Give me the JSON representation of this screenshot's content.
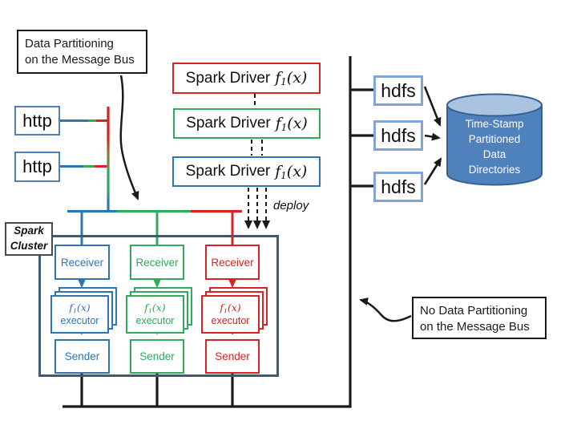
{
  "colors": {
    "red": "#d92222",
    "green": "#2eac5a",
    "blue": "#2e75b6",
    "hdfs_border": "#7ea6d8",
    "cluster_border": "#3d5a73",
    "cylinder_body": "#4f81bd",
    "cylinder_top": "#a9c3e1",
    "cylinder_border": "#36608f"
  },
  "callouts": {
    "partitioning": {
      "line1": "Data Partitioning",
      "line2": "on the Message Bus"
    },
    "no_partitioning": {
      "line1": "No Data Partitioning",
      "line2": "on the Message Bus"
    }
  },
  "sources": {
    "http1": "http",
    "http2": "http"
  },
  "drivers": [
    {
      "label": "Spark Driver",
      "fn": "f",
      "sub": "1",
      "args": "(x)"
    },
    {
      "label": "Spark Driver",
      "fn": "f",
      "sub": "1",
      "args": "(x)"
    },
    {
      "label": "Spark Driver",
      "fn": "f",
      "sub": "1",
      "args": "(x)"
    }
  ],
  "deploy": "deploy",
  "cluster": {
    "label_line1": "Spark",
    "label_line2": "Cluster"
  },
  "pipelines": [
    {
      "receiver": "Receiver",
      "fn": "f",
      "sub": "1",
      "args": "(x)",
      "executor": "executor",
      "sender": "Sender"
    },
    {
      "receiver": "Receiver",
      "fn": "f",
      "sub": "1",
      "args": "(x)",
      "executor": "executor",
      "sender": "Sender"
    },
    {
      "receiver": "Receiver",
      "fn": "f",
      "sub": "1",
      "args": "(x)",
      "executor": "executor",
      "sender": "Sender"
    }
  ],
  "storage": {
    "hdfs": [
      "hdfs",
      "hdfs",
      "hdfs"
    ],
    "cylinder": {
      "line1": "Time-Stamp",
      "line2": "Partitioned",
      "line3": "Data",
      "line4": "Directories"
    }
  }
}
